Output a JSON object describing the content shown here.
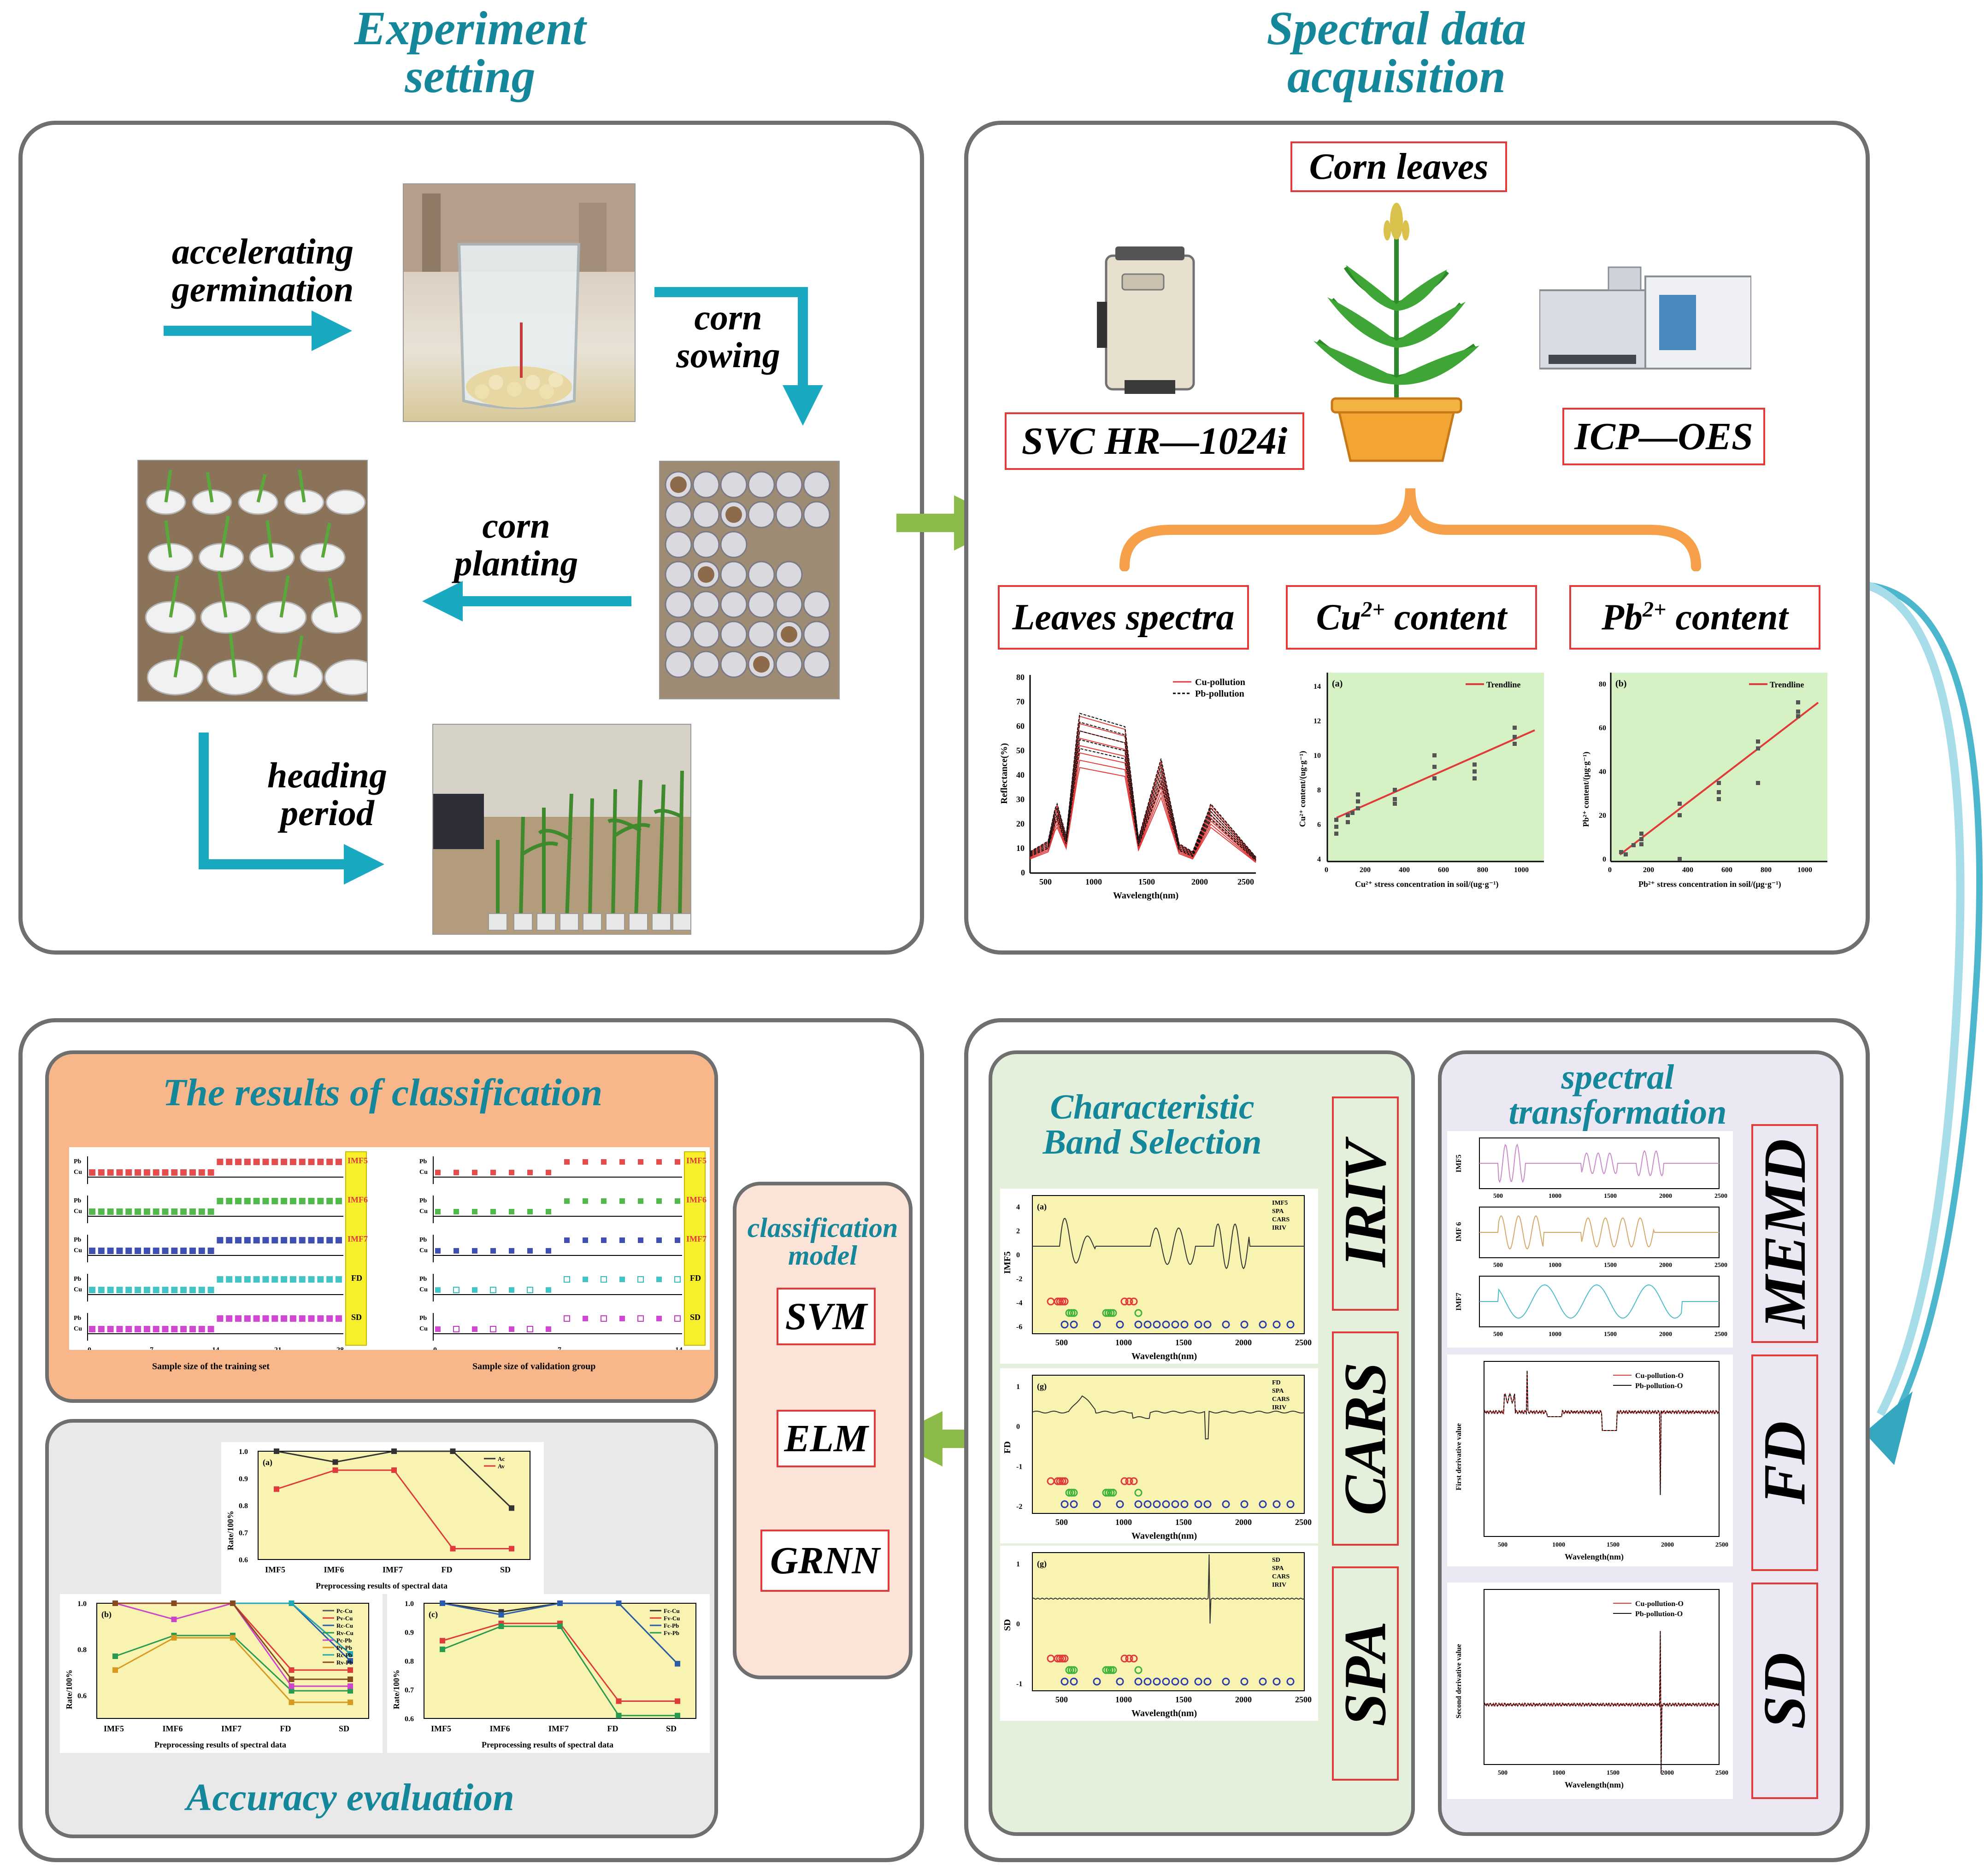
{
  "headings": {
    "experiment": "Experiment setting",
    "spectral_acq": "Spectral data acquisition",
    "results": "The results of classification",
    "accuracy": "Accuracy evaluation",
    "char_band": "Characteristic Band Selection",
    "spec_trans": "spectral transformation",
    "class_model": "classification model"
  },
  "steps": {
    "accel": "accelerating germination",
    "sowing": "corn sowing",
    "planting": "corn planting",
    "heading": "heading period"
  },
  "acq": {
    "corn_leaves": "Corn leaves",
    "svc": "SVC HR—1024i",
    "icp": "ICP—OES",
    "leaves_spectra": "Leaves spectra",
    "cu_content": "Cu content",
    "pb_content": "Pb content",
    "sup": "2+"
  },
  "models": [
    "SVM",
    "ELM",
    "GRNN"
  ],
  "band_methods": [
    "IRIV",
    "CARS",
    "SPA"
  ],
  "trans_methods": [
    "MEMD",
    "FD",
    "SD"
  ],
  "charts": {
    "spectra": {
      "legend": [
        "Cu-pollution",
        "Pb-pollution"
      ],
      "xlabel": "Wavelength(nm)",
      "ylabel": "Reflectance(%)",
      "xticks": [
        "500",
        "1000",
        "1500",
        "2000",
        "2500"
      ],
      "yticks": [
        "0",
        "10",
        "20",
        "30",
        "40",
        "50",
        "60",
        "70",
        "80"
      ]
    },
    "cu": {
      "tag": "(a)",
      "legend": "Trendline",
      "xlabel": "Cu²⁺ stress concentration in soil/(ug·g⁻¹)",
      "ylabel": "Cu²⁺ content/(ug·g⁻¹)",
      "xticks": [
        "0",
        "200",
        "400",
        "600",
        "800",
        "1000"
      ],
      "yticks": [
        "4",
        "6",
        "8",
        "10",
        "12",
        "14"
      ]
    },
    "pb": {
      "tag": "(b)",
      "legend": "Trendline",
      "xlabel": "Pb²⁺ stress concentration in soil/(μg·g⁻¹)",
      "ylabel": "Pb²⁺ content/(μg·g⁻¹)",
      "xticks": [
        "0",
        "200",
        "400",
        "600",
        "800",
        "1000"
      ],
      "yticks": [
        "0",
        "20",
        "40",
        "60",
        "80"
      ]
    },
    "classification": {
      "row_tags": [
        "IMF5",
        "IMF6",
        "IMF7",
        "FD",
        "SD"
      ],
      "ylabels": [
        "Pb",
        "Cu"
      ],
      "train_xticks": [
        "0",
        "7",
        "14",
        "21",
        "28"
      ],
      "val_xticks": [
        "0",
        "7",
        "14"
      ],
      "train_xlabel": "Sample size of the training set",
      "val_xlabel": "Sample size of validation group"
    },
    "acc_a": {
      "tag": "(a)",
      "legend": [
        "Ac",
        "Av"
      ],
      "categories": [
        "IMF5",
        "IMF6",
        "IMF7",
        "FD",
        "SD"
      ],
      "series": [
        {
          "name": "Ac",
          "values": [
            1.0,
            0.96,
            1.0,
            1.0,
            0.79
          ],
          "color": "#333333"
        },
        {
          "name": "Av",
          "values": [
            0.86,
            0.93,
            0.93,
            0.64,
            0.64
          ],
          "color": "#e03a3a"
        }
      ],
      "ylim": [
        0.6,
        1.0
      ],
      "yticks": [
        "0.6",
        "0.7",
        "0.8",
        "0.9",
        "1.0"
      ],
      "ylabel": "Rate/100%",
      "xlabel": "Preprocessing results of spectral data"
    },
    "acc_b": {
      "tag": "(b)",
      "categories": [
        "IMF5",
        "IMF6",
        "IMF7",
        "FD",
        "SD"
      ],
      "series": [
        {
          "name": "Pc-Cu",
          "values": [
            1.0,
            1.0,
            1.0,
            1.0,
            0.78
          ],
          "color": "#555555"
        },
        {
          "name": "Pv-Cu",
          "values": [
            1.0,
            1.0,
            1.0,
            0.71,
            0.71
          ],
          "color": "#e03a3a"
        },
        {
          "name": "Rc-Cu",
          "values": [
            1.0,
            1.0,
            1.0,
            1.0,
            0.75
          ],
          "color": "#2a5caa"
        },
        {
          "name": "Rv-Cu",
          "values": [
            0.77,
            0.86,
            0.86,
            0.62,
            0.62
          ],
          "color": "#2a9a50"
        },
        {
          "name": "Pc-Pb",
          "values": [
            1.0,
            0.93,
            1.0,
            0.64,
            0.64
          ],
          "color": "#cc44cc"
        },
        {
          "name": "Pv-Pb",
          "values": [
            0.71,
            0.85,
            0.85,
            0.57,
            0.57
          ],
          "color": "#d89a20"
        },
        {
          "name": "Rc-Pb",
          "values": [
            1.0,
            1.0,
            1.0,
            1.0,
            0.78
          ],
          "color": "#22a8b0"
        },
        {
          "name": "Rv-Pb",
          "values": [
            1.0,
            1.0,
            1.0,
            0.67,
            0.67
          ],
          "color": "#8a4a20"
        }
      ],
      "ylim": [
        0.5,
        1.0
      ],
      "yticks": [
        "0.6",
        "0.8",
        "1.0"
      ],
      "ylabel": "Rate/100%",
      "xlabel": "Preprocessing results of spectral data"
    },
    "acc_c": {
      "tag": "(c)",
      "categories": [
        "IMF5",
        "IMF6",
        "IMF7",
        "FD",
        "SD"
      ],
      "series": [
        {
          "name": "Fc-Cu",
          "values": [
            1.0,
            0.97,
            1.0,
            1.0,
            0.79
          ],
          "color": "#333333"
        },
        {
          "name": "Fv-Cu",
          "values": [
            0.87,
            0.93,
            0.93,
            0.66,
            0.66
          ],
          "color": "#e03a3a"
        },
        {
          "name": "Fc-Pb",
          "values": [
            1.0,
            0.96,
            1.0,
            1.0,
            0.79
          ],
          "color": "#2a5caa"
        },
        {
          "name": "Fv-Pb",
          "values": [
            0.84,
            0.92,
            0.92,
            0.61,
            0.61
          ],
          "color": "#2a9a50"
        }
      ],
      "ylim": [
        0.6,
        1.0
      ],
      "yticks": [
        "0.6",
        "0.7",
        "0.8",
        "0.9",
        "1.0"
      ],
      "ylabel": "Rate/100%",
      "xlabel": "Preprocessing results of spectral data"
    },
    "band1": {
      "tag": "(a)",
      "ylabel": "IMF5",
      "legend": [
        "IMF5",
        "SPA",
        "CARS",
        "IRIV"
      ],
      "xlabel": "Wavelength(nm)",
      "xticks": [
        "500",
        "1000",
        "1500",
        "2000",
        "2500"
      ],
      "yticks": [
        "4",
        "2",
        "0",
        "-2",
        "-4",
        "-6"
      ]
    },
    "band2": {
      "tag": "(g)",
      "ylabel": "FD",
      "legend": [
        "FD",
        "SPA",
        "CARS",
        "IRIV"
      ],
      "xlabel": "Wavelength(nm)",
      "xticks": [
        "500",
        "1000",
        "1500",
        "2000",
        "2500"
      ],
      "yticks": [
        "1",
        "0",
        "-1",
        "-2"
      ]
    },
    "band3": {
      "tag": "(g)",
      "ylabel": "SD",
      "legend": [
        "SD",
        "SPA",
        "CARS",
        "IRIV"
      ],
      "xlabel": "Wavelength(nm)",
      "xticks": [
        "500",
        "1000",
        "1500",
        "2000",
        "2500"
      ],
      "yticks": [
        "1",
        "0",
        "-1"
      ]
    },
    "memd": {
      "ylabels": [
        "IMF5",
        "IMF 6",
        "IMF7"
      ],
      "xticks": [
        "500",
        "1000",
        "1500",
        "2000",
        "2500"
      ]
    },
    "fd": {
      "legend": [
        "Cu-pollution-O",
        "Pb-pollution-O"
      ],
      "ylabel": "First derivative value",
      "xlabel": "Wavelength(nm)",
      "xticks": [
        "500",
        "1000",
        "1500",
        "2000",
        "2500"
      ]
    },
    "sd": {
      "legend": [
        "Cu-pollution-O",
        "Pb-pollution-O"
      ],
      "ylabel": "Second derivative value",
      "xlabel": "Wavelength(nm)",
      "xticks": [
        "500",
        "1000",
        "1500",
        "2000",
        "2500"
      ]
    }
  },
  "colors": {
    "teal": "#15879a",
    "arrow_teal": "#18a8c0",
    "green_arrow": "#8dbb4a",
    "orange": "#f7b78a",
    "gray_panel": "#e9e9e9",
    "green_panel": "#e4f0dc",
    "purple_panel": "#ece8f3",
    "pink_panel": "#fbe3d8",
    "red": "#e03a3a"
  }
}
